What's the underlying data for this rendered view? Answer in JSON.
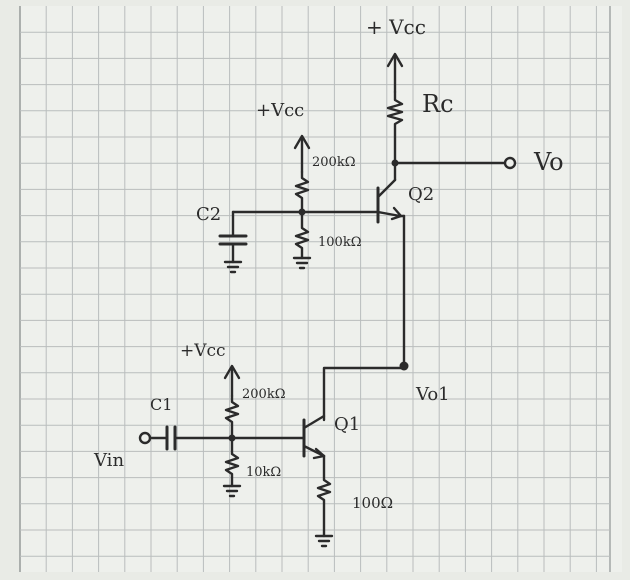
{
  "labels": {
    "vcc_top": "+ Vcc",
    "rc": "Rc",
    "vcc_mid": "+Vcc",
    "r_200k_top": "200kΩ",
    "vo": "Vo",
    "q2": "Q2",
    "c2": "C2",
    "r_100k": "100kΩ",
    "vcc_bottom": "+Vcc",
    "r_200k_bottom": "200kΩ",
    "c1": "C1",
    "q1": "Q1",
    "vo1": "Vo1",
    "vin": "Vin",
    "r_10k": "10kΩ",
    "r_100": "100Ω"
  },
  "colors": {
    "ink": "#2b2b2b",
    "grid": "#b9bdbd",
    "paper": "#eef0ec"
  }
}
